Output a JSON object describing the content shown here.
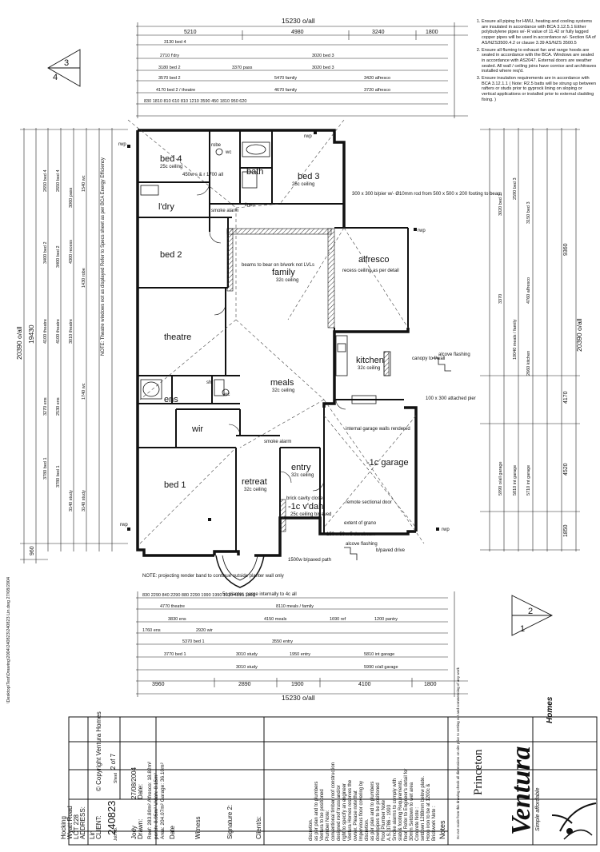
{
  "sheet": {
    "top_overall": "15230 o/all",
    "bottom_overall": "15230 o/all",
    "left_overall": "20390 o/all",
    "right_overall": "20390 o/all",
    "left_sub": "19430",
    "left_bottom": "960",
    "right_top": "9360",
    "right_mid": "4170",
    "right_mid2": "4520",
    "right_bottom": "1850"
  },
  "top_dims": [
    "5210",
    "4980",
    "3240",
    "1800"
  ],
  "top_rows": [
    "3130 bed 4",
    "2710 f'dry",
    "3180 bed 2",
    "3570 bed 2",
    "4170 bed 2 / theatre",
    "5470 family",
    "4670 family",
    "3420 alfresco",
    "3720 alfresco",
    "3020 bed 3",
    "3020 bed 3",
    "3370 pass"
  ],
  "bottom_dims": [
    "3960",
    "2890",
    "1900",
    "4100",
    "1800"
  ],
  "bottom_rows": [
    "4770 theatre",
    "8110 meals / family",
    "3830 ens",
    "4150 meals",
    "1760 ens",
    "2920 wir",
    "5370 bed 1",
    "3550 entry",
    "3770 bed 1",
    "3010 study",
    "5810 int garage",
    "5990 o/all garage",
    "1950 entry",
    "3010 study",
    "1690 ref",
    "1200 pantry"
  ],
  "notes": [
    "Ensure all piping for HWU, heating and cooling systems are insulated in accordance with BCA 3.12.5.1 Either polybutylene pipes w/- R value of 11.42 or fully lagged copper pipes will be used in accordance w/- Section 6A of AS/NZS3500.4.2 or clause 3.39 AS/NZS 3500.5",
    "Ensure all fluming to exhaust fan and range hoods are sealed in accordance with the BCA. Windows are sealed in accordance with AS2047. External doors are weather sealed. All wall / ceiling joins have cornice and architraves installed where req'd.",
    "Ensure insulation requirements are in accordance with BCA 3.12.1.1 ( Note: R2.5 batts will be strung up between rafters or studs prior to gyprock lining on sloping or vertical applications or installed prior to external cladding fixing. )"
  ],
  "rooms": {
    "bed4": "bed 4",
    "bed3": "bed 3",
    "bath": "bath",
    "ldry": "l'dry",
    "bed2": "bed 2",
    "family": "family",
    "alfresco": "alfresco",
    "theatre": "theatre",
    "kitchen": "kitchen",
    "meals": "meals",
    "ens": "ens",
    "wir": "wir",
    "bed1": "bed 1",
    "retreat": "retreat",
    "entry": "entry",
    "garage": "-1c garage",
    "verandah": "-1c v'dah",
    "wc1": "wc",
    "wc2": "wc",
    "linen": "linen",
    "robe": "robe",
    "shr": "shr"
  },
  "room_notes": {
    "ceiling_25": "25c ceiling",
    "ceiling_32": "32c ceiling",
    "robe_1700": "450w s & r 1700 all",
    "family_note": "beams to bear on b/work not LVLs",
    "alfresco_note": "recess ceiling as per detail",
    "garage_note": "internal garage walls rendered",
    "verandah_note": "25c ceiling b/paved",
    "planter_note": "5c planter, parge internally to 4c all",
    "render_note": "NOTE: projecting render band to continue outside planter wall only",
    "brick_closer": "brick cavity closer",
    "remote_door": "remote sectional door",
    "extent_grano": "extent of grano",
    "alcove_flashing": "alcove flashing",
    "path": "1500w b/paved path",
    "drive": "b/paved drive",
    "canopy": "canopy to f/wall",
    "durabeam": "150 x 50 x 5 durabeam",
    "pier": "100 x 300 attached pier",
    "footing": "300 x 300 b/pier w/- Ø10mm rod from 500 x 500 x 200 footing to beam",
    "theatre_window": "NOTE: Theatre windows not as displayed Refer to Specs sheet as per BCA Energy Efficiency",
    "rwp": "rwp",
    "smoke": "smoke alarm"
  },
  "page_badges": {
    "top_left": [
      "4",
      "3"
    ],
    "bottom_right": [
      "1",
      "2"
    ]
  },
  "title_block": {
    "brand": "Ventura",
    "brand_sub": "Homes",
    "tagline": "Simple affordable",
    "model": "Princeton",
    "disclaimer": "Do not scale from this drawing check all dimensions on site prior to setting out and commencing of any work",
    "notes_heading": "Notes",
    "notes_lines": [
      "Brickwork Note :",
      "Hoop iron to be at 1200c &",
      "setdown 1288mm below plate.",
      "Concrete Note :",
      "30mm Setdown to wet area",
      "floor. Refer to Engineer's detail for",
      "slab & footing Requirements.",
      "Smoke alarms to comply with",
      "A.S. 3786 - 1993",
      "Roof Plumber Note:",
      "downpipes to be positioned",
      "as per plan and to plumbers",
      "discretion.",
      "Impervious floor covering by",
      "owner. Please note that",
      "Ventura Homes reserves the",
      "right to specify an engineer",
      "designed roof truss and/or",
      "conventional timber roof construction",
      "Plumber Note:",
      "Ventura to be positioned",
      "as per plan and to plumbers",
      "discretion."
    ],
    "client_sig": "Client/s:",
    "sig2": "Signature 2:",
    "witness": "Witness",
    "date_label": "Date",
    "areas": [
      "Area: 204.07m²  Garage: 36.10m²",
      "porch: 8.95m²  V/dah: 8.15m²",
      "Roof: 283.80m²  Alfresco: 18.82m²"
    ],
    "drawn_label": "Drawn:",
    "drawn_value": "Jody",
    "date2_label": "Date:",
    "date2_value": "27/08/2004",
    "job_label": "Job No.",
    "job_no": "240823",
    "sheet_label": "Sheet",
    "sheet_no": "2 of 7",
    "client_label": "CLIENT:",
    "client_value": "Lin",
    "address_label": "ADDRESS:",
    "address_lines": [
      "LOT 228",
      "Wyatt Road",
      "Hocking"
    ],
    "copyright": "© Copyright Ventura Homes"
  },
  "margin_text": "\\Desktop\\Test\\Drawing\\2004\\240823\\240823 Lin.dwg 27/08/2004"
}
